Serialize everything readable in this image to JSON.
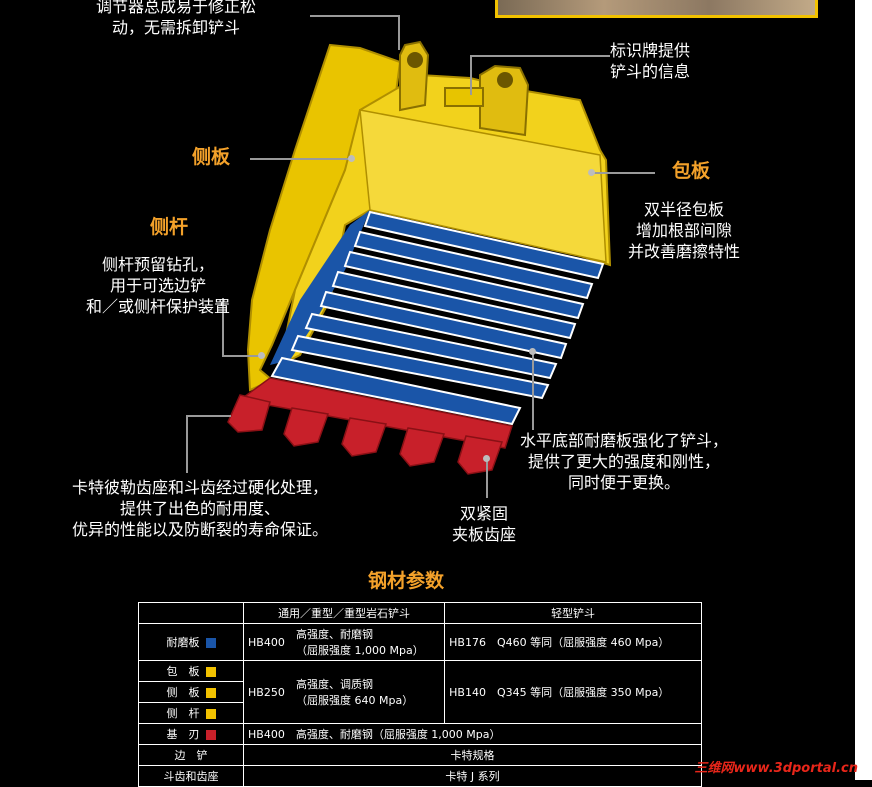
{
  "callouts": {
    "top_left": [
      "调节器总成易于修正松",
      "动，无需拆卸铲斗"
    ],
    "nameplate": [
      "标识牌提供",
      "铲斗的信息"
    ],
    "side_plate_title": "侧板",
    "wrapper_title": "包板",
    "wrapper_desc": [
      "双半径包板",
      "增加根部间隙",
      "并改善磨擦特性"
    ],
    "side_bar_title": "侧杆",
    "side_bar_desc": [
      "侧杆预留钻孔，",
      "用于可选边铲",
      "和／或侧杆保护装置"
    ],
    "wear_plates": [
      "水平底部耐磨板强化了铲斗，",
      "提供了更大的强度和刚性，",
      "同时便于更换。"
    ],
    "teeth": [
      "卡特彼勒齿座和斗齿经过硬化处理，",
      "提供了出色的耐用度、",
      "优异的性能以及防断裂的寿命保证。"
    ],
    "adapters": [
      "双紧固",
      "夹板齿座"
    ]
  },
  "table_title": "钢材参数",
  "table": {
    "headers": [
      "",
      "通用／重型／重型岩石铲斗",
      "轻型铲斗"
    ],
    "rows": {
      "wear": {
        "label": "耐磨板",
        "color": "#1a55a8",
        "hb": "HB400",
        "desc": [
          "高强度、耐磨钢",
          "（屈服强度 1,000 Mpa）"
        ],
        "light": "HB176　Q460 等同（屈服强度 460 Mpa）"
      },
      "wrap": {
        "label": "包　板",
        "color": "#f2c200"
      },
      "side": {
        "label": "侧　板",
        "color": "#f2c200"
      },
      "bar": {
        "label": "侧　杆",
        "color": "#f2c200"
      },
      "group_hb": "HB250",
      "group_desc": [
        "高强度、调质钢",
        "（屈服强度 640 Mpa）"
      ],
      "group_light": "HB140　Q345 等同（屈服强度 350 Mpa）",
      "edge": {
        "label": "基　刃",
        "color": "#c8202a",
        "value": "HB400　高强度、耐磨钢（屈服强度 1,000 Mpa）"
      },
      "side_cutter": {
        "label": "边　铲",
        "value": "卡特规格"
      },
      "teeth": {
        "label": "斗齿和齿座",
        "value": "卡特 J 系列"
      }
    }
  },
  "watermark": "三维网www.3dportal.cn"
}
